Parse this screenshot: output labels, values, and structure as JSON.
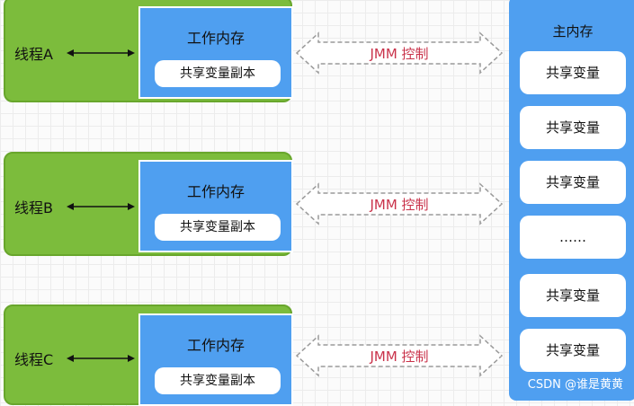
{
  "threads": [
    {
      "label": "线程A",
      "work_memory_title": "工作内存",
      "shared_copy": "共享变量副本"
    },
    {
      "label": "线程B",
      "work_memory_title": "工作内存",
      "shared_copy": "共享变量副本"
    },
    {
      "label": "线程C",
      "work_memory_title": "工作内存",
      "shared_copy": "共享变量副本"
    }
  ],
  "jmm_control_label": "JMM 控制",
  "main_memory": {
    "title": "主内存",
    "items": [
      "共享变量",
      "共享变量",
      "共享变量",
      "……",
      "共享变量",
      "共享变量"
    ]
  },
  "watermark": "CSDN @谁是黄黄",
  "colors": {
    "thread_green": "#7cbc3c",
    "memory_blue": "#4f9ff0",
    "jmm_text_red": "#c9324a",
    "arrow_gray": "#9a9a9a"
  }
}
